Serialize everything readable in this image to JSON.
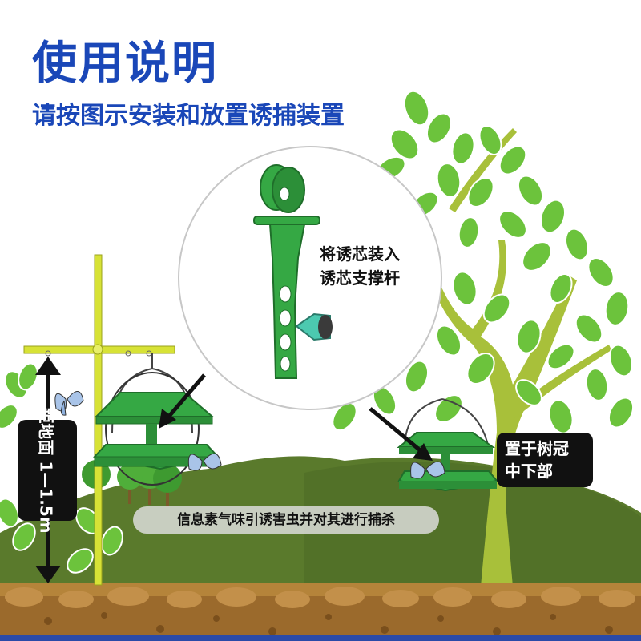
{
  "header": {
    "title": "使用说明",
    "subtitle": "请按图示安装和放置诱捕装置"
  },
  "callouts": {
    "lure_install": "将诱芯装入\n诱芯支撑杆",
    "height": "距地面 1—1.5m",
    "canopy": "置于树冠\n中下部",
    "lure_effect": "信息素气味引诱害虫并对其进行捕杀"
  },
  "icons": [
    "lure-holder-icon",
    "trap-icon",
    "butterfly-icon",
    "arrow-icon",
    "tree-icon",
    "pole-icon"
  ],
  "colors": {
    "title_blue": "#1a47b8",
    "trap_green": "#2f9a3c",
    "leaf_green": "#6cc33c",
    "hill_green": "#5a7a2c",
    "pole_yellow": "#d7e236",
    "soil_brown": "#9b6a2c",
    "label_black": "#111111"
  }
}
